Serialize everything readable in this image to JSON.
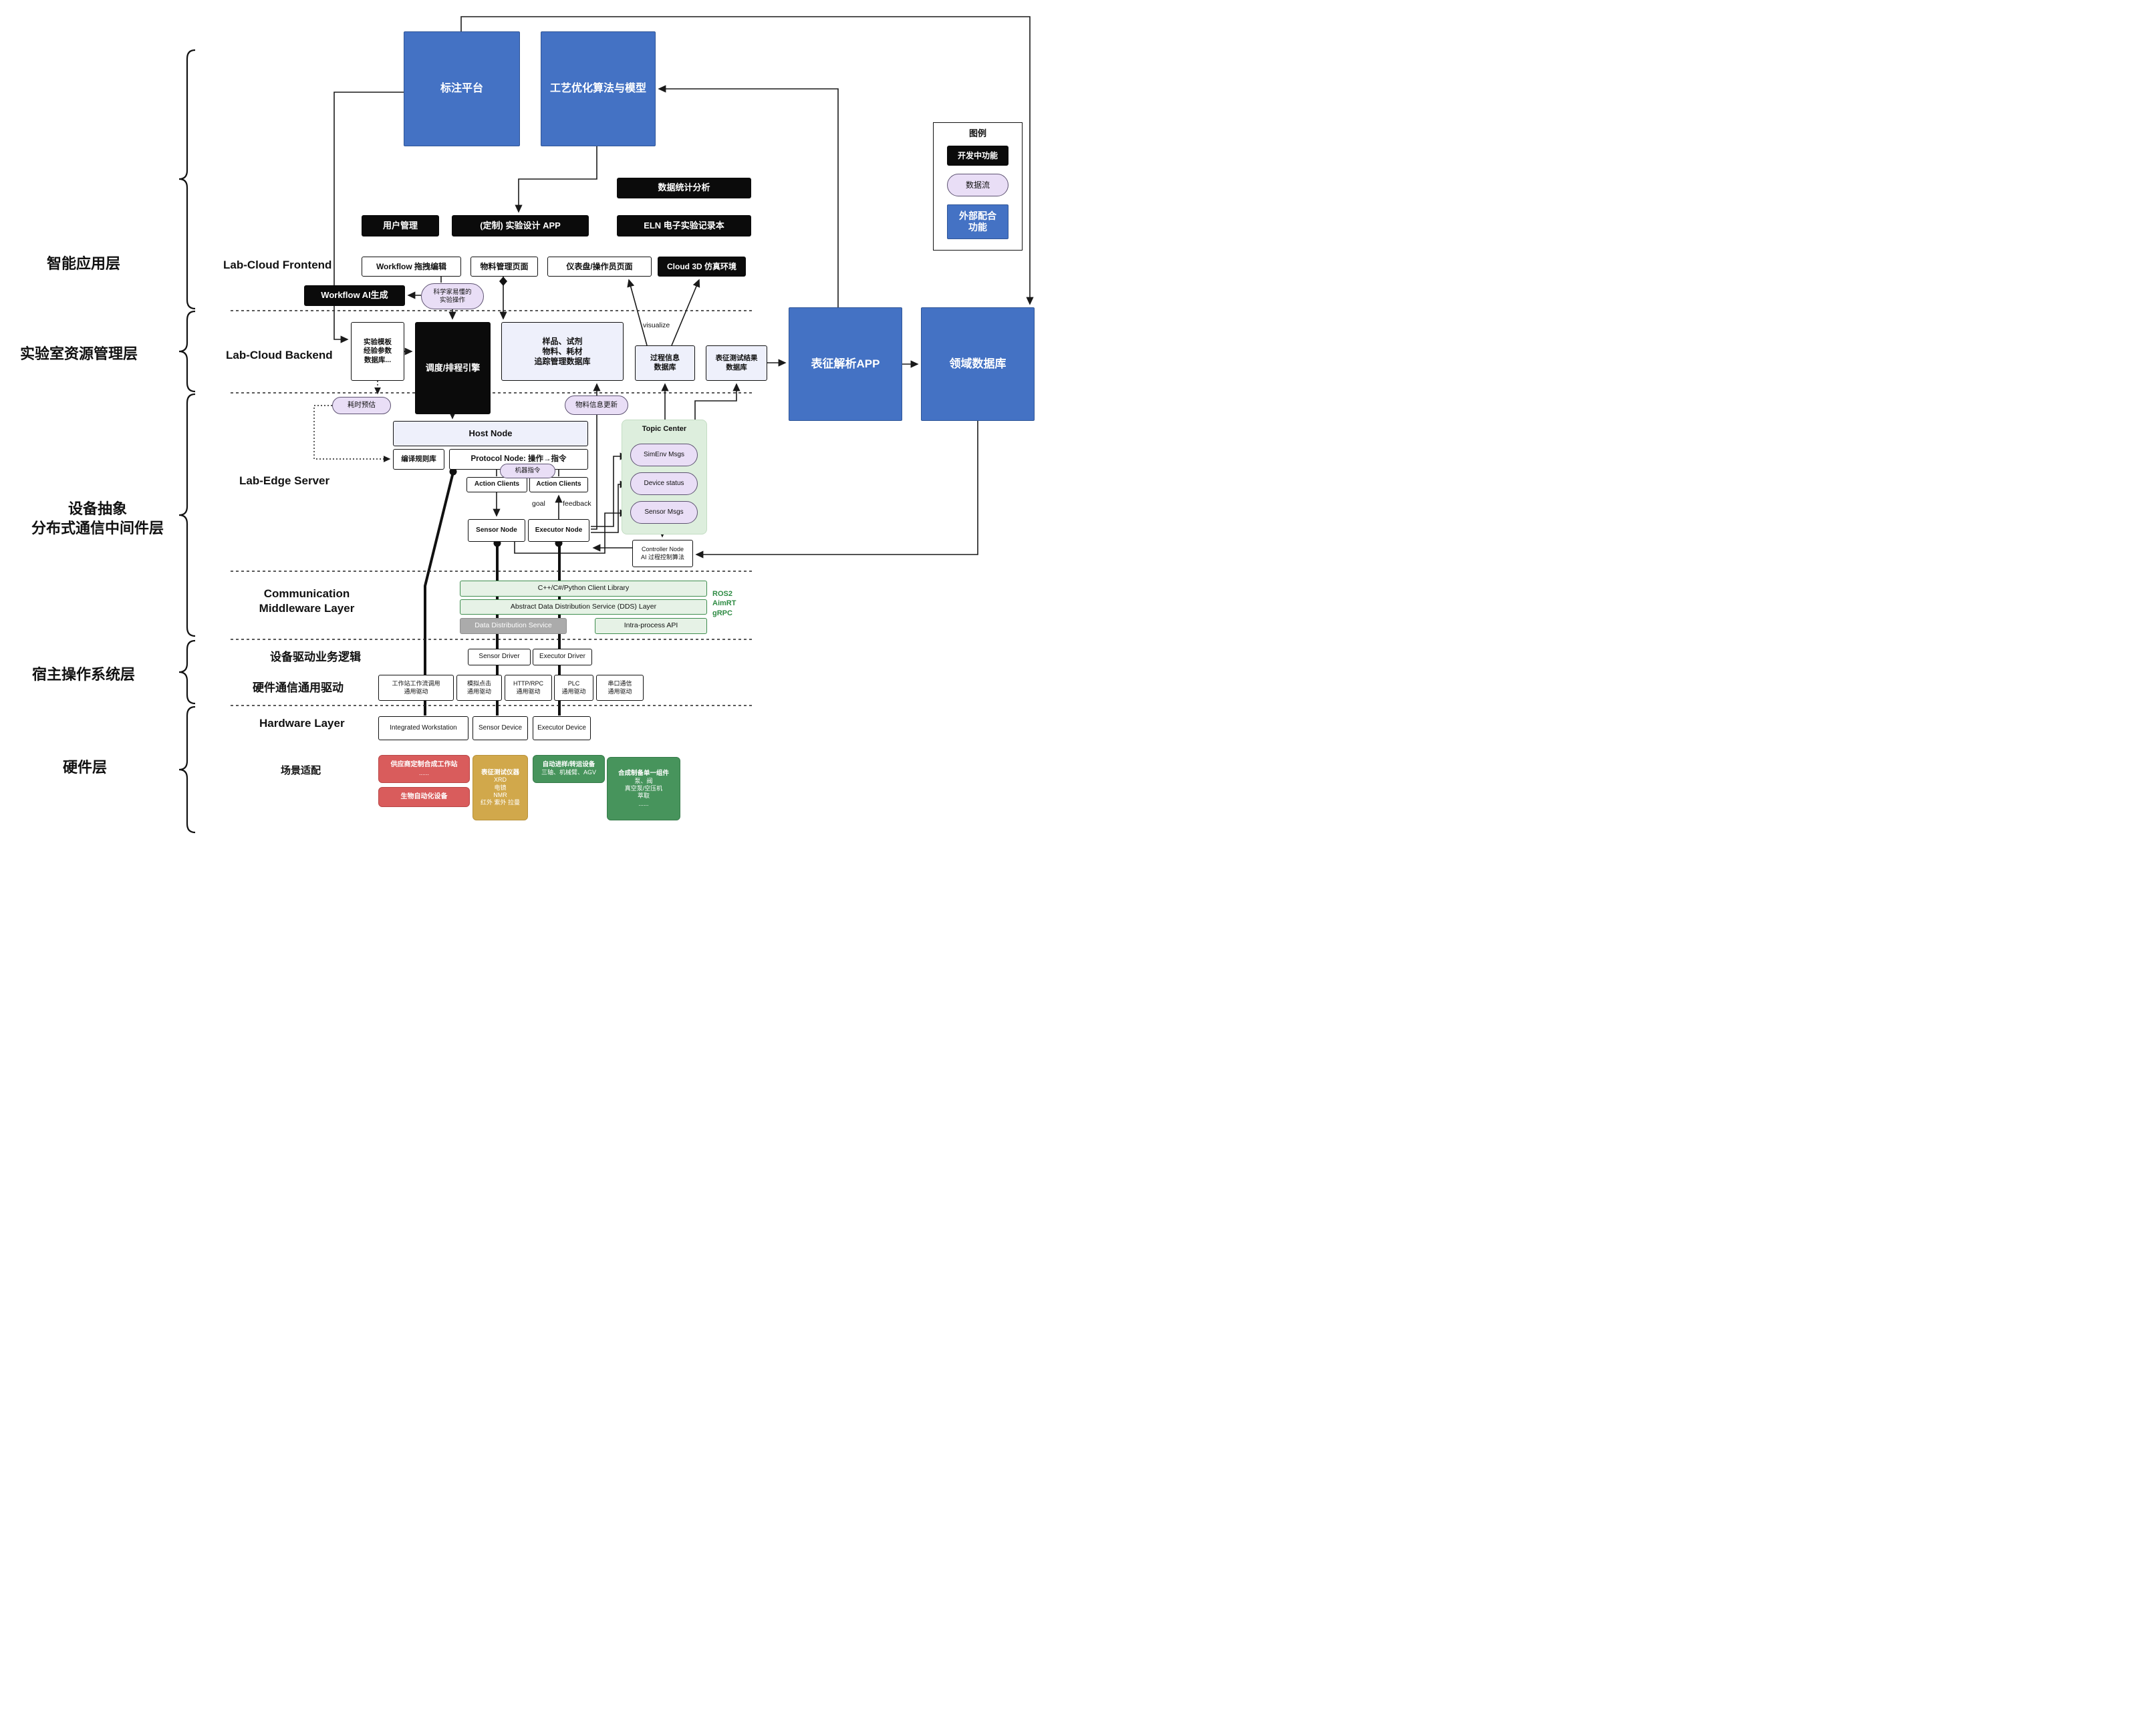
{
  "layers": {
    "app": "智能应用层",
    "resource": "实验室资源管理层",
    "device": "设备抽象\n分布式通信中间件层",
    "hostos": "宿主操作系统层",
    "hardware": "硬件层"
  },
  "legend": {
    "title": "图例",
    "developing": "开发中功能",
    "dataflow": "数据流",
    "external": "外部配合\n功能"
  },
  "top": {
    "annotation": "标注平台",
    "process_opt": "工艺优化算法与模型"
  },
  "app_layer": {
    "stats": "数据统计分析",
    "user_mgmt": "用户管理",
    "custom_app": "(定制) 实验设计 APP",
    "eln": "ELN 电子实验记录本",
    "frontend_label": "Lab-Cloud Frontend",
    "workflow_edit": "Workflow 拖拽编辑",
    "material_page": "物料管理页面",
    "dashboard_page": "仪表盘/操作员页面",
    "cloud3d": "Cloud 3D 仿真环境",
    "workflow_ai": "Workflow AI生成",
    "scientist_pill": "科学家易懂的\n实验操作"
  },
  "backend": {
    "label": "Lab-Cloud Backend",
    "template_db": "实验模板\n经验参数\n数据库...",
    "scheduler": "调度/排程引擎",
    "sample_db": "样品、试剂\n物料、耗材\n追踪管理数据库",
    "process_db": "过程信息\n数据库",
    "charact_db": "表征测试结果\n数据库",
    "visualize": "visualize",
    "charact_app": "表征解析APP",
    "domain_db": "领域数据库",
    "time_estimate": "耗时预估",
    "material_update": "物料信息更新"
  },
  "edge": {
    "label": "Lab-Edge Server",
    "host_node": "Host Node",
    "compile_rules": "编译规则库",
    "protocol_node": "Protocol Node: 操作→指令",
    "machine_instr": "机器指令",
    "action_clients_1": "Action Clients",
    "action_clients_2": "Action Clients",
    "goal": "goal",
    "feedback": "feedback",
    "sensor_node": "Sensor Node",
    "executor_node": "Executor Node",
    "topic_center": "Topic Center",
    "simenv": "SimEnv Msgs",
    "device_status": "Device status",
    "sensor_msgs": "Sensor Msgs",
    "controller": "Controller Node\nAI 过程控制算法"
  },
  "comm": {
    "label": "Communication\nMiddleware Layer",
    "client_lib": "C++/C#/Python Client Library",
    "dds_layer": "Abstract Data Distribution Service (DDS) Layer",
    "dds_service": "Data Distribution Service",
    "intra_api": "Intra-process API",
    "protocols": "ROS2\nAimRT\ngRPC"
  },
  "hostos": {
    "driver_logic": "设备驱动业务逻辑",
    "sensor_driver": "Sensor Driver",
    "executor_driver": "Executor Driver",
    "hw_driver": "硬件通信通用驱动",
    "drv1": "工作站工作流调用\n通用驱动",
    "drv2": "模拟点击\n通用驱动",
    "drv3": "HTTP/RPC\n通用驱动",
    "drv4": "PLC\n通用驱动",
    "drv5": "串口通信\n通用驱动"
  },
  "hardware": {
    "label": "Hardware Layer",
    "iw": "Integrated Workstation",
    "sensor_device": "Sensor Device",
    "executor_device": "Executor Device",
    "scene": "场景适配",
    "red1": {
      "title": "供应商定制合成工作站",
      "sub": "......"
    },
    "red2": {
      "title": "生物自动化设备",
      "sub": ""
    },
    "gold": {
      "title": "表征测试仪器",
      "sub": "XRD\n电镜\nNMR\n红外 紫外 拉曼"
    },
    "green1": {
      "title": "自动进样/转运设备",
      "sub": "三轴、机械臂、AGV"
    },
    "green2": {
      "title": "合成制备单一组件",
      "sub": "泵、阀\n真空泵/空压机\n萃取\n......"
    }
  },
  "colors": {
    "accent_blue": "#4472c4",
    "pill_purple": "#e9def6",
    "dev_black": "#0b0b0b",
    "green_box": "#47945c",
    "red_box": "#d95c5c",
    "gold_box": "#d1a84b"
  }
}
